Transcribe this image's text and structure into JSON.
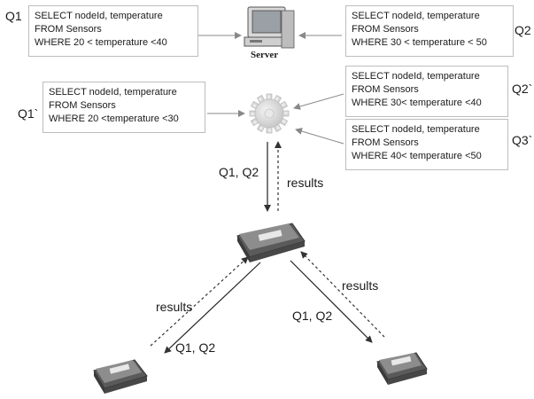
{
  "server_label": "Server",
  "queries": {
    "q1": {
      "label": "Q1",
      "lines": [
        "SELECT nodeId, temperature",
        "FROM Sensors",
        "WHERE 20 < temperature <40"
      ]
    },
    "q2": {
      "label": "Q2",
      "lines": [
        "SELECT nodeId, temperature",
        "FROM Sensors",
        "WHERE 30 < temperature < 50"
      ]
    },
    "q1p": {
      "label": "Q1`",
      "lines": [
        "SELECT nodeId, temperature",
        "FROM Sensors",
        "WHERE 20 <temperature <30"
      ]
    },
    "q2p": {
      "label": "Q2`",
      "lines": [
        "SELECT nodeId, temperature",
        "FROM Sensors",
        "WHERE 30< temperature <40"
      ]
    },
    "q3p": {
      "label": "Q3`",
      "lines": [
        "SELECT nodeId, temperature",
        "FROM Sensors",
        "WHERE 40< temperature <50"
      ]
    }
  },
  "edge_labels": {
    "top_queries": "Q1, Q2",
    "top_results": "results",
    "left_results": "results",
    "left_queries": "Q1, Q2",
    "right_results": "results",
    "right_queries": "Q1, Q2"
  }
}
